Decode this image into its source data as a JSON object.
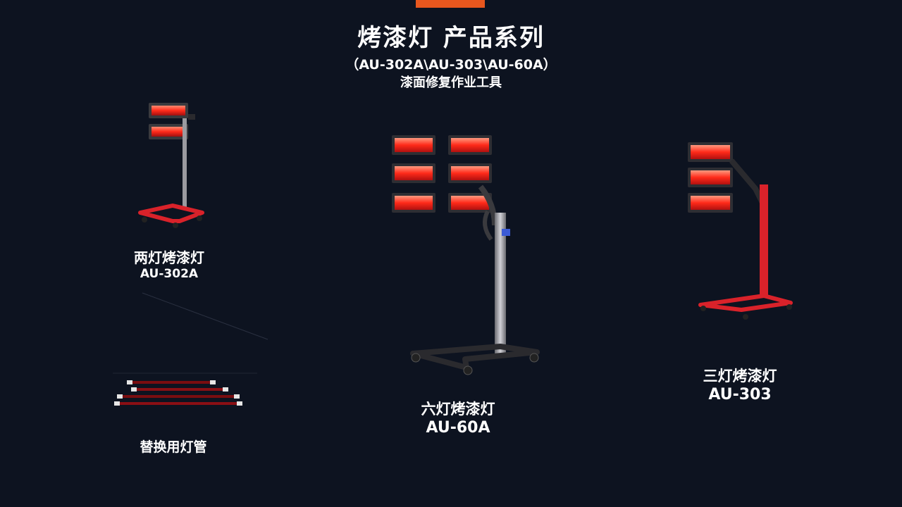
{
  "slide": {
    "title": "烤漆灯  产品系列",
    "subtitle": "（AU-302A\\AU-303\\AU-60A）",
    "tagline": "漆面修复作业工具"
  },
  "products": [
    {
      "name": "两灯烤漆灯",
      "model": "AU-302A"
    },
    {
      "name": "六灯烤漆灯",
      "model": "AU-60A"
    },
    {
      "name": "三灯烤漆灯",
      "model": "AU-303"
    },
    {
      "name": "替换用灯管"
    }
  ],
  "colors": {
    "background": "#0d1320",
    "accent": "#e8571e",
    "lamp_glow": "#ff4a3a",
    "stand_red": "#d9222a",
    "text": "#ffffff"
  }
}
